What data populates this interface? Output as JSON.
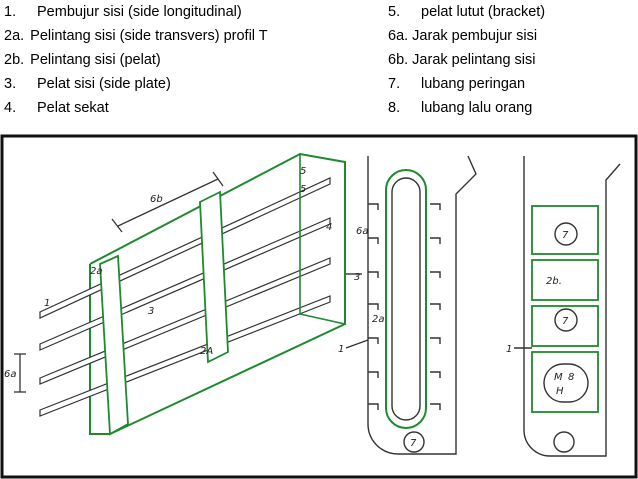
{
  "legend": {
    "left": [
      {
        "num": "1.",
        "text": "Pembujur sisi (side longitudinal)"
      },
      {
        "num": "2a.",
        "text": "Pelintang sisi (side transvers) profil T"
      },
      {
        "num": "2b.",
        "text": "Pelintang sisi (pelat)"
      },
      {
        "num": "3.",
        "text": "Pelat sisi (side plate)"
      },
      {
        "num": "4.",
        "text": "Pelat sekat"
      }
    ],
    "right": [
      {
        "num": "5.",
        "text": "pelat lutut (bracket)"
      },
      {
        "num": "6a.",
        "text": "Jarak pembujur sisi"
      },
      {
        "num": "6b.",
        "text": "Jarak pelintang sisi"
      },
      {
        "num": "7.",
        "text": "lubang peringan"
      },
      {
        "num": "8.",
        "text": "lubang lalu orang"
      }
    ]
  },
  "figure": {
    "labels": {
      "l6b": "6b",
      "l5a": "5",
      "l5b": "5",
      "l4": "4",
      "l2a_left": "2a",
      "l2a_right": "2A",
      "l3_center": "3",
      "l1_left": "1",
      "l6a_left": "6a",
      "l6a_mid": "6a",
      "l3_mid": "3",
      "l2a_mid": "2a",
      "l1_mid": "1",
      "l7_mid": "7",
      "l7_a": "7",
      "l2b": "2b.",
      "l7_b": "7",
      "l1_right": "1",
      "lMH": "M",
      "lMH2": "H",
      "l8": "8"
    },
    "colors": {
      "green": "#1e8a2e",
      "ink": "#333333"
    }
  }
}
